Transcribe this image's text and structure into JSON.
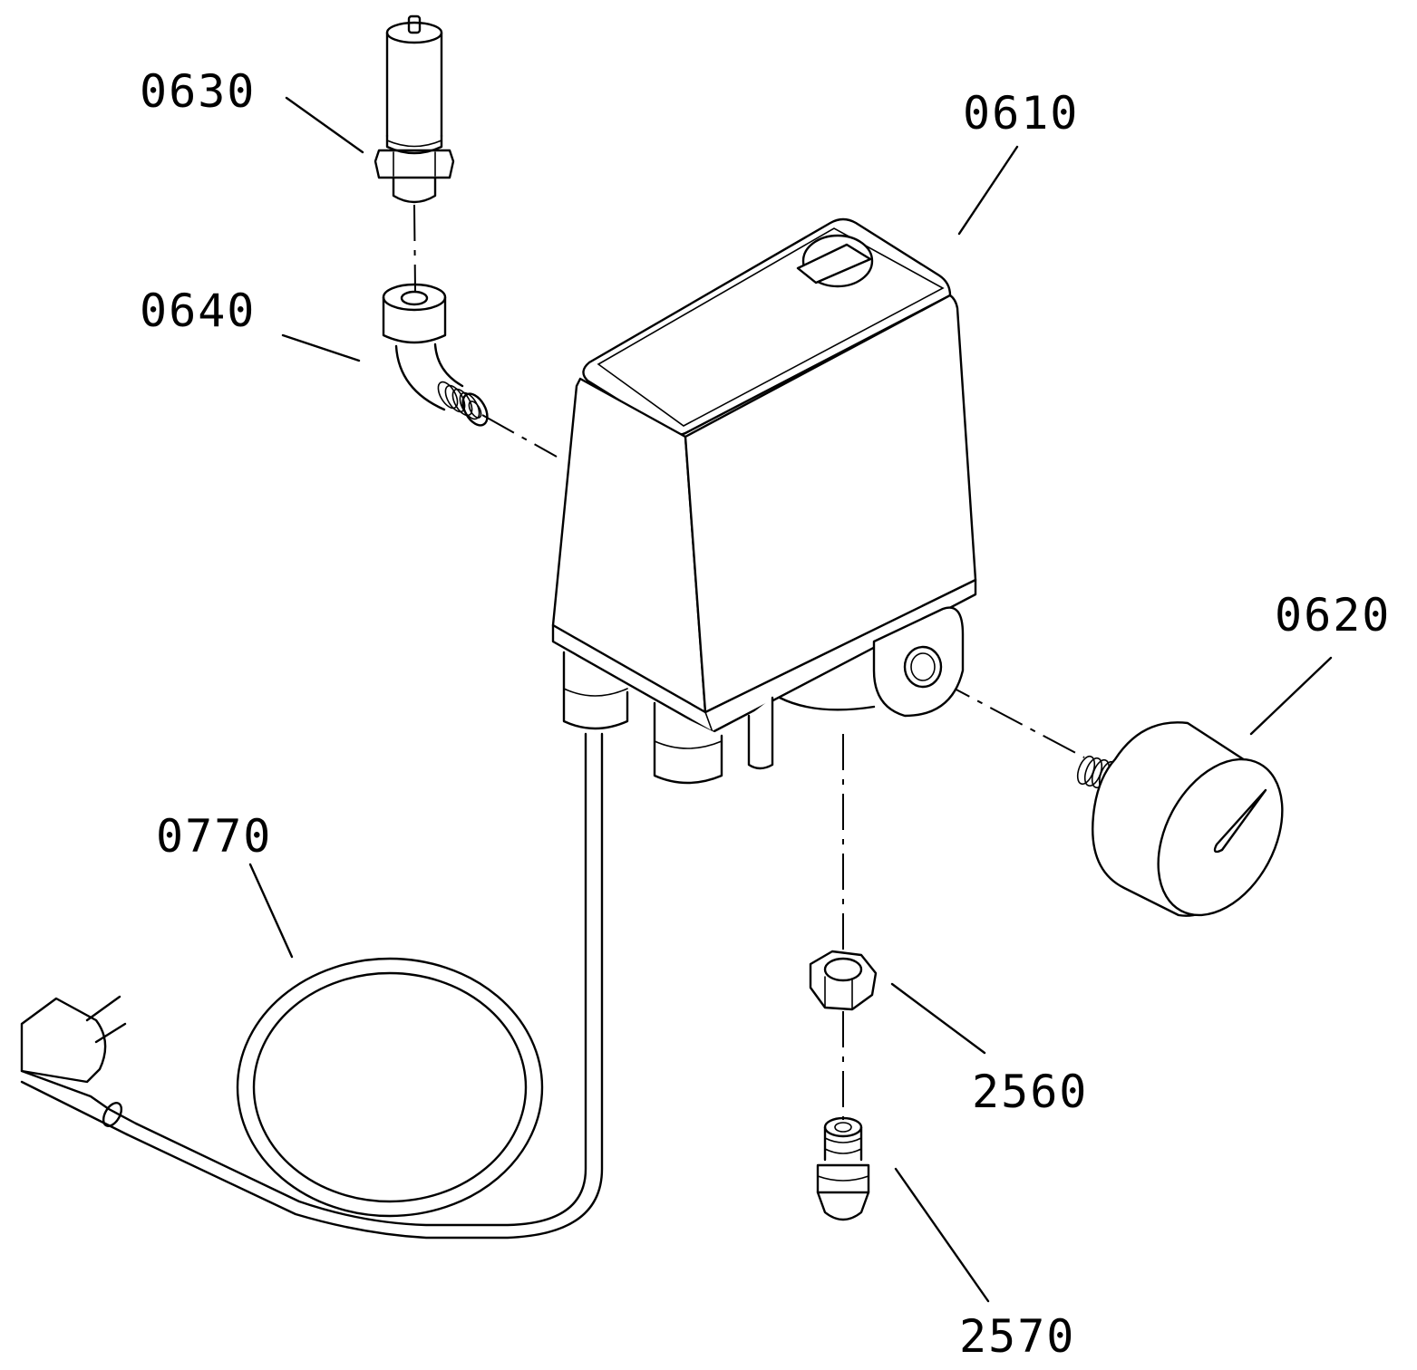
{
  "labels": {
    "pressure_switch": "0610",
    "pressure_gauge": "0620",
    "safety_valve": "0630",
    "elbow_fitting": "0640",
    "power_cord": "0770",
    "nut": "2560",
    "nipple": "2570"
  }
}
